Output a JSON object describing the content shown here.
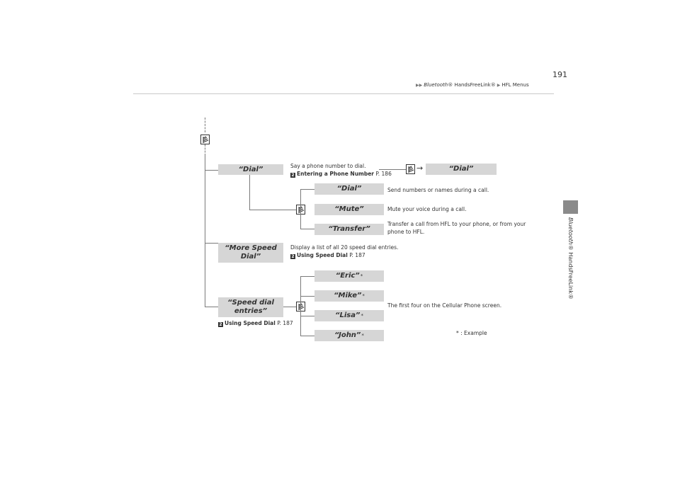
{
  "header": {
    "breadcrumb": [
      "Bluetooth",
      "® HandsFreeLink®",
      "HFL Menus"
    ],
    "page_number": "191"
  },
  "side_tab": {
    "label_italic": "Bluetooth",
    "label_rest": "® HandsFreeLink®"
  },
  "menu": {
    "dial": {
      "label": "“Dial”",
      "desc": "Say a phone number to dial.",
      "ref_label": "Entering a Phone Number",
      "ref_page": "P. 186",
      "result_label": "“Dial”"
    },
    "submenu": [
      {
        "label": "“Dial”",
        "desc": "Send numbers or names during a call."
      },
      {
        "label": "“Mute”",
        "desc": "Mute your voice during a call."
      },
      {
        "label": "“Transfer”",
        "desc_line1": "Transfer a call from HFL to your phone, or from your",
        "desc_line2": "phone to HFL."
      }
    ],
    "more_speed_dial": {
      "line1": "“More Speed",
      "line2": "Dial”",
      "desc": "Display a list of all 20 speed dial entries.",
      "ref_label": "Using Speed Dial",
      "ref_page": "P. 187"
    },
    "speed_dial_entries": {
      "line1": "“Speed dial",
      "line2": "entries”",
      "ref_label": "Using Speed Dial",
      "ref_page": "P. 187",
      "entries": [
        {
          "label": "“Eric”",
          "mark": "*"
        },
        {
          "label": "“Mike”",
          "mark": "*"
        },
        {
          "label": "“Lisa”",
          "mark": "*"
        },
        {
          "label": "“John”",
          "mark": "*"
        }
      ],
      "desc": "The first four on the Cellular Phone screen.",
      "footnote": "* : Example"
    },
    "ref_glyph": "2"
  }
}
